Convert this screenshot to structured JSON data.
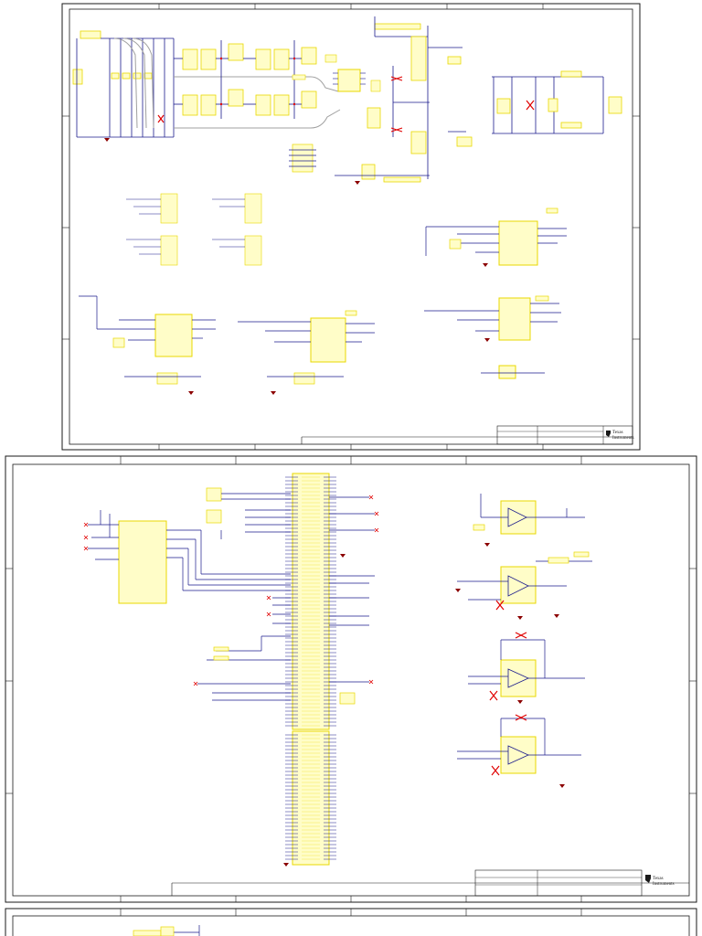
{
  "colors": {
    "wire": "#1a1a8c",
    "component_outline": "#e8d800",
    "component_fill": "#fffdc8",
    "ground": "#8b0000",
    "no_pop": "#e00000",
    "border": "#1a1a1a",
    "trace_gray": "#a0a0a0"
  },
  "sheets": [
    {
      "id": "sheet-1",
      "title_block": {
        "brand_line1": "Texas",
        "brand_line2": "Instruments"
      }
    },
    {
      "id": "sheet-2",
      "title_block": {
        "brand_line1": "Texas",
        "brand_line2": "Instruments"
      }
    },
    {
      "id": "sheet-3"
    }
  ],
  "icons": {
    "logo": "ti-logo-icon",
    "no_pop": "x-mark-icon",
    "ground": "ground-icon"
  }
}
